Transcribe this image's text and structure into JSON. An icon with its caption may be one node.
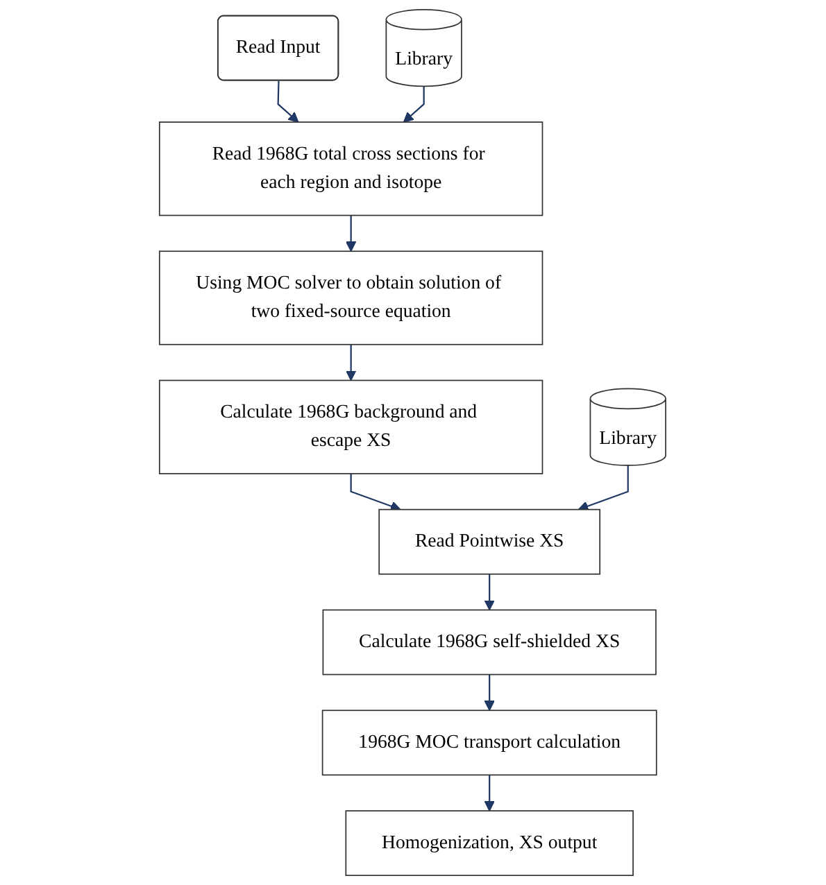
{
  "diagram": {
    "nodes": [
      {
        "text": [
          "Read Input"
        ]
      },
      {
        "text": [
          "Library"
        ]
      },
      {
        "text": [
          "Read 1968G total cross sections for each region and isotope"
        ]
      },
      {
        "text": [
          "Using MOC solver to obtain solution of two fixed-source equation"
        ]
      },
      {
        "text": [
          "Calculate 1968G background and escape XS"
        ]
      },
      {
        "text": [
          "Library"
        ]
      },
      {
        "text": [
          "Read Pointwise XS"
        ]
      },
      {
        "text": [
          "Calculate 1968G self-shielded XS"
        ]
      },
      {
        "text": [
          "1968G MOC transport calculation"
        ]
      },
      {
        "text": [
          "Homogenization, XS output"
        ]
      }
    ],
    "edges": [
      {
        "from": 0,
        "to": 2,
        "arrow": "to"
      },
      {
        "from": 1,
        "to": 2,
        "arrow": "to"
      },
      {
        "from": 2,
        "to": 3,
        "arrow": "to"
      },
      {
        "from": 3,
        "to": 4,
        "arrow": "to"
      },
      {
        "from": 4,
        "to": 6,
        "arrow": "to"
      },
      {
        "from": 5,
        "to": 6,
        "arrow": "to"
      },
      {
        "from": 6,
        "to": 7,
        "arrow": "to"
      },
      {
        "from": 7,
        "to": 8,
        "arrow": "to"
      },
      {
        "from": 8,
        "to": 9,
        "arrow": "to"
      }
    ]
  }
}
